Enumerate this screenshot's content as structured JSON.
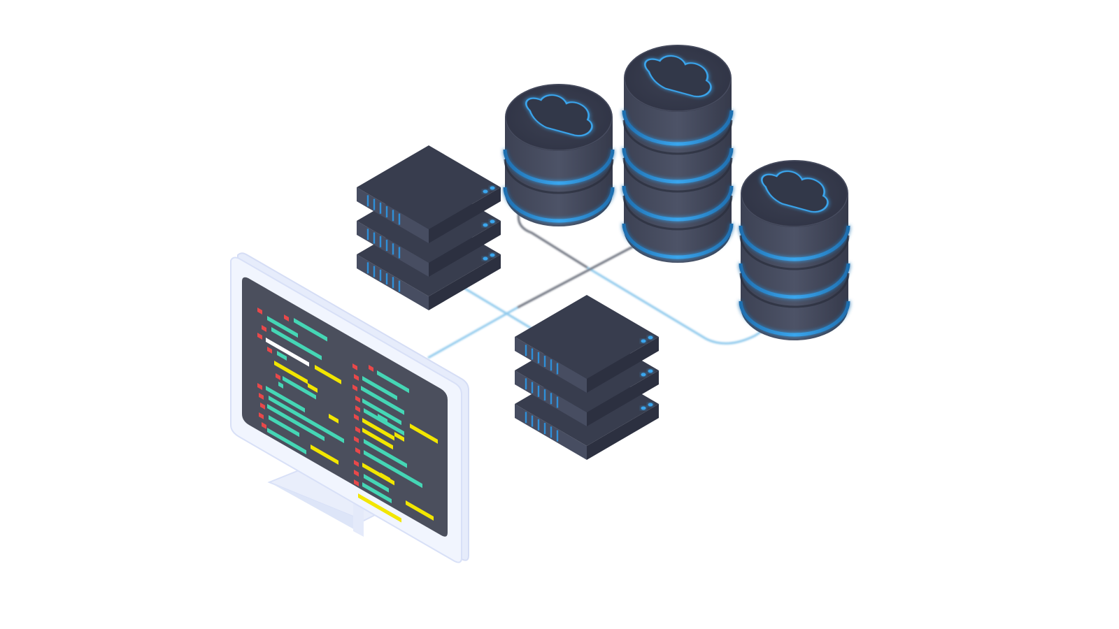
{
  "scene": {
    "description_name": "isometric-cloud-infrastructure-illustration",
    "background": "#ffffff"
  },
  "colors": {
    "server_top": "#383d4e",
    "server_side_light": "#474d61",
    "server_side_dark": "#2c3040",
    "server_vent": "#2f8fd8",
    "server_led": "#3aa6ee",
    "db_top": "#3a3f50",
    "db_body": "#464b5e",
    "db_band": "#2f8fd8",
    "cloud_glow": "#3aa6ee",
    "monitor_frame": "#eef2fd",
    "monitor_frame_edge": "#d8e0f7",
    "screen": "#4b4f5d",
    "code_green": "#45d6b5",
    "code_yellow": "#f2e600",
    "code_red": "#e8484a",
    "code_white": "#ffffff",
    "wire_blue": "#8cc8ec",
    "wire_dark": "#5a5f6e"
  },
  "objects": {
    "monitor": {
      "icon": "monitor-icon"
    },
    "server_stacks": [
      {
        "name": "server-stack-upper",
        "units": 3
      },
      {
        "name": "server-stack-lower",
        "units": 3
      }
    ],
    "databases": [
      {
        "name": "cloud-database-small",
        "layers": 2,
        "icon": "cloud-icon"
      },
      {
        "name": "cloud-database-tall",
        "layers": 4,
        "icon": "cloud-icon"
      },
      {
        "name": "cloud-database-right",
        "layers": 3,
        "icon": "cloud-icon"
      }
    ]
  }
}
